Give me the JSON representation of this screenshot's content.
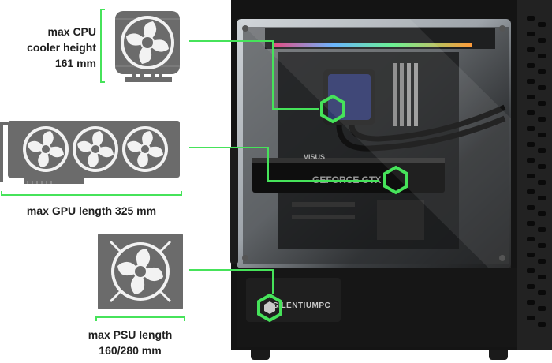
{
  "colors": {
    "accent_green": "#46e35a",
    "case_dark": "#141414",
    "component_gray": "#6b6b6b"
  },
  "cpu_cooler": {
    "icon": "cpu-cooler-icon",
    "label_lines": [
      "max CPU",
      "cooler height",
      "161 mm"
    ]
  },
  "gpu": {
    "icon": "graphics-card-icon",
    "label": "max GPU length 325 mm"
  },
  "psu": {
    "icon": "power-supply-icon",
    "label_lines": [
      "max PSU length",
      "160/280 mm"
    ]
  },
  "case": {
    "gpu_brand": "GEFORCE GTX",
    "mobo_brand": "VISUS",
    "shroud_brand": "SILENTIUMPC"
  }
}
